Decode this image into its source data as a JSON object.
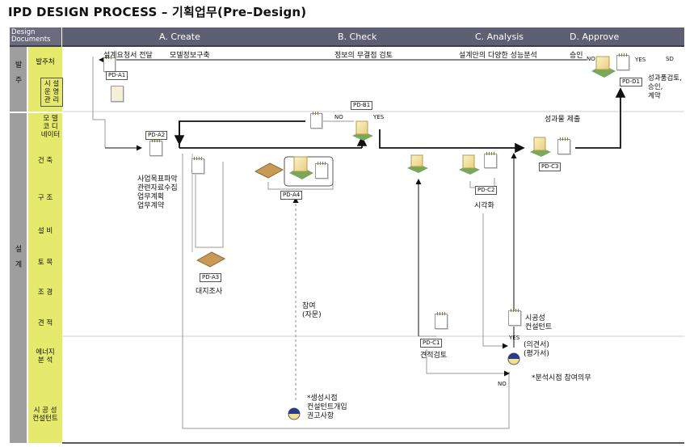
{
  "title": "IPD DESIGN PROCESS  – 기획업무(Pre–Design)",
  "header": {
    "corner": "Design Documents",
    "phases": [
      "A. Create",
      "B. Check",
      "C. Analysis",
      "D. Approve"
    ]
  },
  "groups": {
    "client": "발\n주",
    "design": "설\n계"
  },
  "rows": [
    "발주처",
    "시 설\n운 영\n관 리",
    "모 델\n코 디\n네이터",
    "건 축",
    "구 조",
    "설 비",
    "토 목",
    "조 경",
    "견 적",
    "에너지\n분 석",
    "시 공 성\n컨설턴트"
  ],
  "tags": [
    "PD-A1",
    "PD-A2",
    "PD-A3",
    "PD-A4",
    "PD-B1",
    "PD-C1",
    "PD-C2",
    "PD-C3",
    "PD-D1"
  ],
  "labels": {
    "request": "설계요청서 전달",
    "model_build": "모델정보구축",
    "conflict_check": "정보의 무결점 검토",
    "analysis": "설계안의 다양한 성능분석",
    "approval": "승인",
    "no": "NO",
    "yes": "YES",
    "sd": "SD",
    "deliverable_review": "성과품검토,\n승인,\n계약",
    "submit": "성과물 제출",
    "tasks": "사업목표파악\n관련자료수집\n업무계획\n업무계약",
    "site_survey": "대지조사",
    "participate": "참여\n(자문)",
    "visualize": "시각화",
    "construct_consult": "시공성\n컨설턴트",
    "opinion": "(의견서)\n(평가서)",
    "cost_review": "견적검토",
    "energy_note": "*분석시점 참여의무",
    "construct_note": "*생성시점\n컨설턴트개입\n권고사항"
  }
}
